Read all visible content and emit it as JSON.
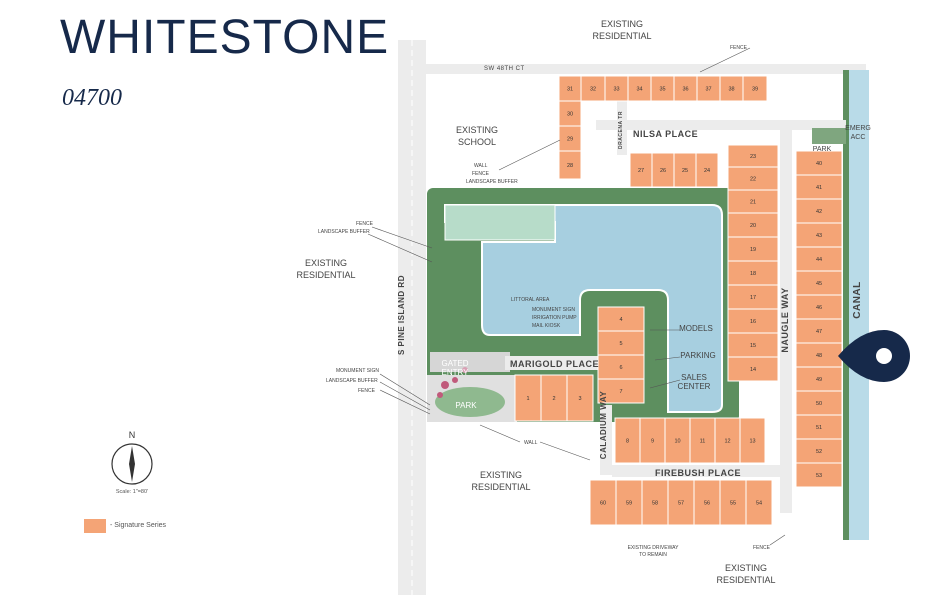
{
  "header": {
    "title": "WHITESTONE",
    "subtitle": "04700"
  },
  "labels": {
    "existing_residential": "EXISTING\nRESIDENTIAL",
    "existing_school": "EXISTING\nSCHOOL",
    "canal": "CANAL",
    "gated_entry": "GATED\nENTRY",
    "park": "PARK",
    "emergency_access": "EMERG\nACC",
    "models": "MODELS",
    "parking": "PARKING",
    "sales_center": "SALES\nCENTER",
    "littoral_area": "LITTORAL AREA",
    "monument_sign": "MONUMENT SIGN",
    "irrigation_pump": "IRRIGATION PUMP",
    "mail_kiosk": "MAIL KIOSK",
    "wall": "WALL",
    "fence": "FENCE",
    "landscape_buffer": "LANDSCAPE BUFFER",
    "existing_driveway": "EXISTING DRIVEWAY\nTO REMAIN"
  },
  "streets": {
    "sw48": "SW 48TH CT",
    "pine_island": "S PINE ISLAND RD",
    "nilsa": "NILSA PLACE",
    "dracena": "DRACENA TR",
    "marigold": "MARIGOLD PLACE",
    "caladium": "CALADIUM WAY",
    "naugle": "NAUGLE WAY",
    "firebush": "FIREBUSH PLACE"
  },
  "compass": {
    "north": "N",
    "scale": "Scale: 1\"=80'"
  },
  "legend": {
    "label": "- Signature Series",
    "color": "#f4a476"
  },
  "colors": {
    "lake": "#a7cfe0",
    "greenspace": "#5d8f5f",
    "lot": "#f4a476",
    "title": "#16294a",
    "marker": "#16294a"
  },
  "lots": [
    {
      "n": "31"
    },
    {
      "n": "32"
    },
    {
      "n": "33"
    },
    {
      "n": "34"
    },
    {
      "n": "35"
    },
    {
      "n": "36"
    },
    {
      "n": "37"
    },
    {
      "n": "38"
    },
    {
      "n": "39"
    },
    {
      "n": "30"
    },
    {
      "n": "29"
    },
    {
      "n": "28"
    },
    {
      "n": "27"
    },
    {
      "n": "26"
    },
    {
      "n": "25"
    },
    {
      "n": "24"
    },
    {
      "n": "23"
    },
    {
      "n": "22"
    },
    {
      "n": "21"
    },
    {
      "n": "20"
    },
    {
      "n": "19"
    },
    {
      "n": "18"
    },
    {
      "n": "17"
    },
    {
      "n": "16"
    },
    {
      "n": "15"
    },
    {
      "n": "14"
    },
    {
      "n": "40"
    },
    {
      "n": "41"
    },
    {
      "n": "42"
    },
    {
      "n": "43"
    },
    {
      "n": "44"
    },
    {
      "n": "45"
    },
    {
      "n": "46"
    },
    {
      "n": "47"
    },
    {
      "n": "48"
    },
    {
      "n": "49"
    },
    {
      "n": "50"
    },
    {
      "n": "51"
    },
    {
      "n": "52"
    },
    {
      "n": "53"
    },
    {
      "n": "4"
    },
    {
      "n": "5"
    },
    {
      "n": "6"
    },
    {
      "n": "7"
    },
    {
      "n": "1"
    },
    {
      "n": "2"
    },
    {
      "n": "3"
    },
    {
      "n": "8"
    },
    {
      "n": "9"
    },
    {
      "n": "10"
    },
    {
      "n": "11"
    },
    {
      "n": "12"
    },
    {
      "n": "13"
    },
    {
      "n": "60"
    },
    {
      "n": "59"
    },
    {
      "n": "58"
    },
    {
      "n": "57"
    },
    {
      "n": "56"
    },
    {
      "n": "55"
    },
    {
      "n": "54"
    }
  ]
}
